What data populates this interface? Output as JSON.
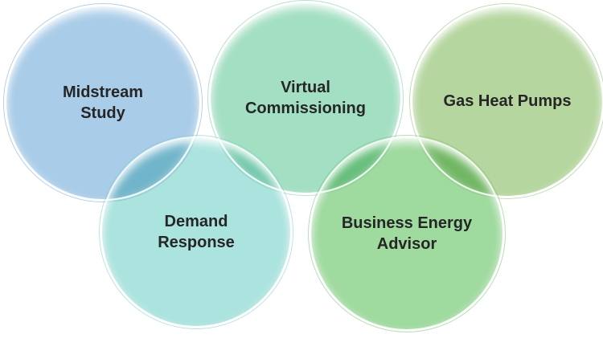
{
  "diagram": {
    "background_color": "#ffffff",
    "text_color": "#262626",
    "circles": [
      {
        "id": "midstream-study",
        "label": "Midstream Study",
        "fill": "#a9cce8",
        "edge": "#7ea7cd"
      },
      {
        "id": "virtual-commissioning",
        "label": "Virtual Commissioning",
        "fill": "#a3dfc3",
        "edge": "#7cc9a8"
      },
      {
        "id": "gas-heat-pumps",
        "label": "Gas Heat Pumps",
        "fill": "#b5d69e",
        "edge": "#96bf7d"
      },
      {
        "id": "demand-response",
        "label": "Demand Response",
        "fill": "#abe3de",
        "edge": "#7fcfc9"
      },
      {
        "id": "business-energy-advisor",
        "label": "Business Energy Advisor",
        "fill": "#9fda9f",
        "edge": "#7cc47c"
      }
    ]
  }
}
